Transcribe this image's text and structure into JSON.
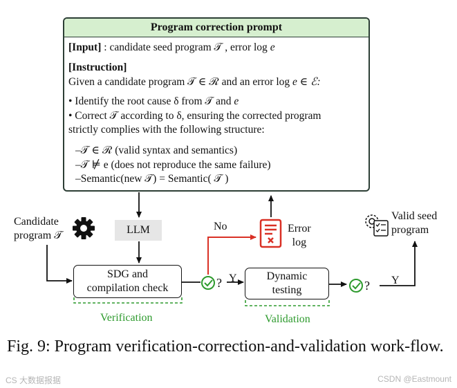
{
  "prompt": {
    "title": "Program correction prompt",
    "input_tag": "[Input]",
    "input_text": " : candidate seed program 𝒯 , error log ",
    "input_var": "e",
    "instruction_tag": "[Instruction]",
    "line_given": "Given a candidate program 𝒯 ∈ ℛ and an error log ",
    "line_given_var": "e ∈ ℰ:",
    "bullet1": "• Identify the root cause δ from 𝒯 and ",
    "bullet1_var": "e",
    "bullet2": "• Correct 𝒯 according to δ, ensuring the corrected program",
    "bullet2b": "strictly complies with the following structure:",
    "rule1": "–𝒯 ∈ ℛ    (valid syntax and semantics)",
    "rule2": "–𝒯 ⊭ e     (does not reproduce the same failure)",
    "rule3": "–Semantic(new 𝒯) = Semantic( 𝒯 )"
  },
  "flow": {
    "candidate_line1": "Candidate",
    "candidate_line2": "program 𝒯",
    "llm": "LLM",
    "sdg_line1": "SDG and",
    "sdg_line2": "compilation check",
    "verification": "Verification",
    "no_label": "No",
    "error_line1": "Error",
    "error_line2": "log",
    "q1": "?",
    "y1": "Y",
    "dyn_line1": "Dynamic",
    "dyn_line2": "testing",
    "validation": "Validation",
    "q2": "?",
    "y2": "Y",
    "valid_line1": "Valid seed",
    "valid_line2": "program"
  },
  "caption": "Fig. 9: Program verification-correction-and-validation work-flow.",
  "watermarks": {
    "left": "CS 大数据报据",
    "right": "CSDN @Eastmount"
  },
  "colors": {
    "prompt_header": "#d6efcf",
    "green": "#2d9a2d",
    "red": "#d93025",
    "llm_bg": "#e6e6e6"
  }
}
